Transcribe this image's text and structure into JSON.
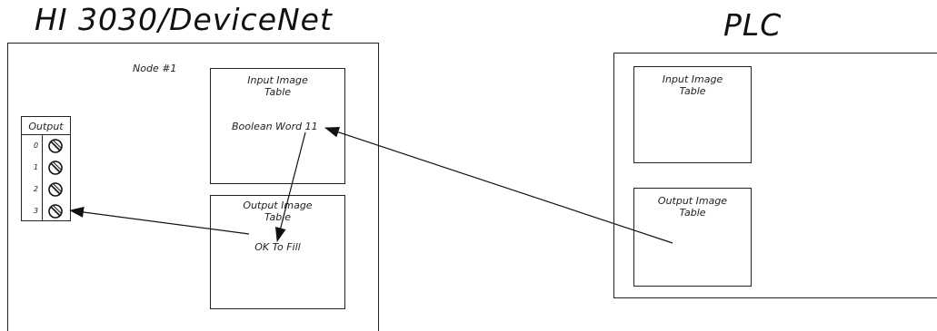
{
  "left_panel": {
    "title": "HI 3030/DeviceNet",
    "node_label": "Node #1",
    "input_table": {
      "line1": "Input Image",
      "line2": "Table",
      "item": "Boolean Word 11"
    },
    "output_table": {
      "line1": "Output Image",
      "line2": "Table",
      "item": "OK To Fill"
    },
    "output_module": {
      "label": "Output",
      "terminals": [
        "0",
        "1",
        "2",
        "3"
      ]
    }
  },
  "right_panel": {
    "title": "PLC",
    "input_table": {
      "line1": "Input Image",
      "line2": "Table"
    },
    "output_table": {
      "line1": "Output Image",
      "line2": "Table"
    }
  }
}
